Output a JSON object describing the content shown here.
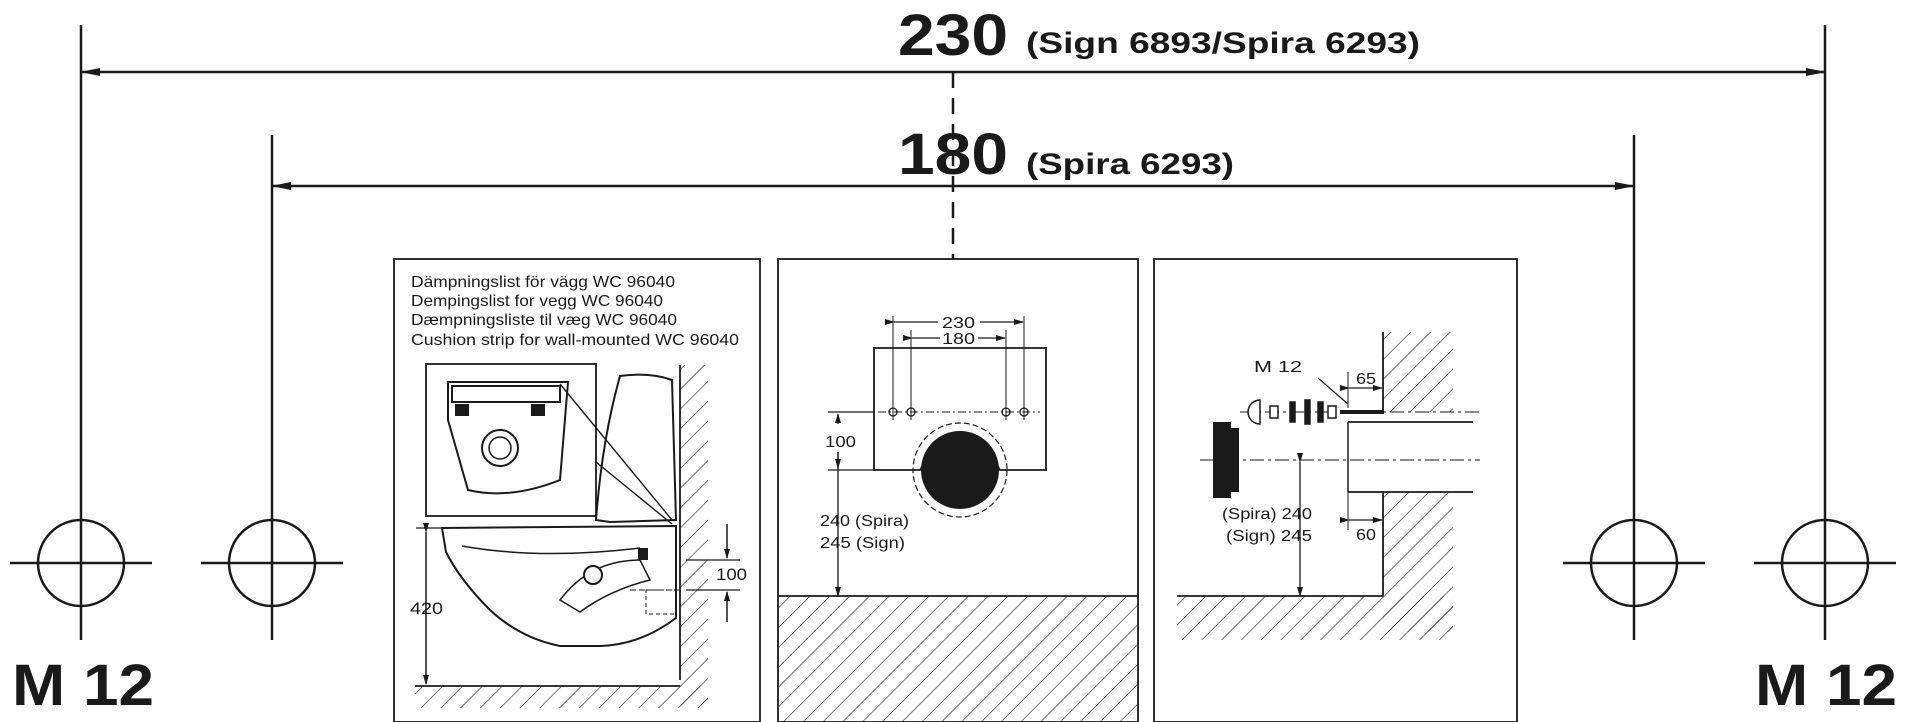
{
  "top_dimension": {
    "value": "230",
    "note": "(Sign 6893/Spira 6293)"
  },
  "second_dimension": {
    "value": "180",
    "note": "(Spira 6293)"
  },
  "bolt_labels": {
    "left": "M 12",
    "right": "M 12"
  },
  "panel1": {
    "caption_lines": [
      "Dämpningslist för vägg WC 96040",
      "Dempingslist for vegg WC 96040",
      "Dæmpningsliste til væg WC 96040",
      "Cushion strip for wall-mounted WC 96040"
    ],
    "height_label": "420",
    "offset_label": "100"
  },
  "panel2": {
    "dim_230": "230",
    "dim_180": "180",
    "dim_100": "100",
    "height_line1": "240 (Spira)",
    "height_line2": "245 (Sign)"
  },
  "panel3": {
    "bolt_label": "M 12",
    "dim_65": "65",
    "dim_60": "60",
    "height_line1": "(Spira) 240",
    "height_line2": "(Sign) 245"
  },
  "colors": {
    "ink": "#1a1a1a",
    "background": "#ffffff"
  }
}
